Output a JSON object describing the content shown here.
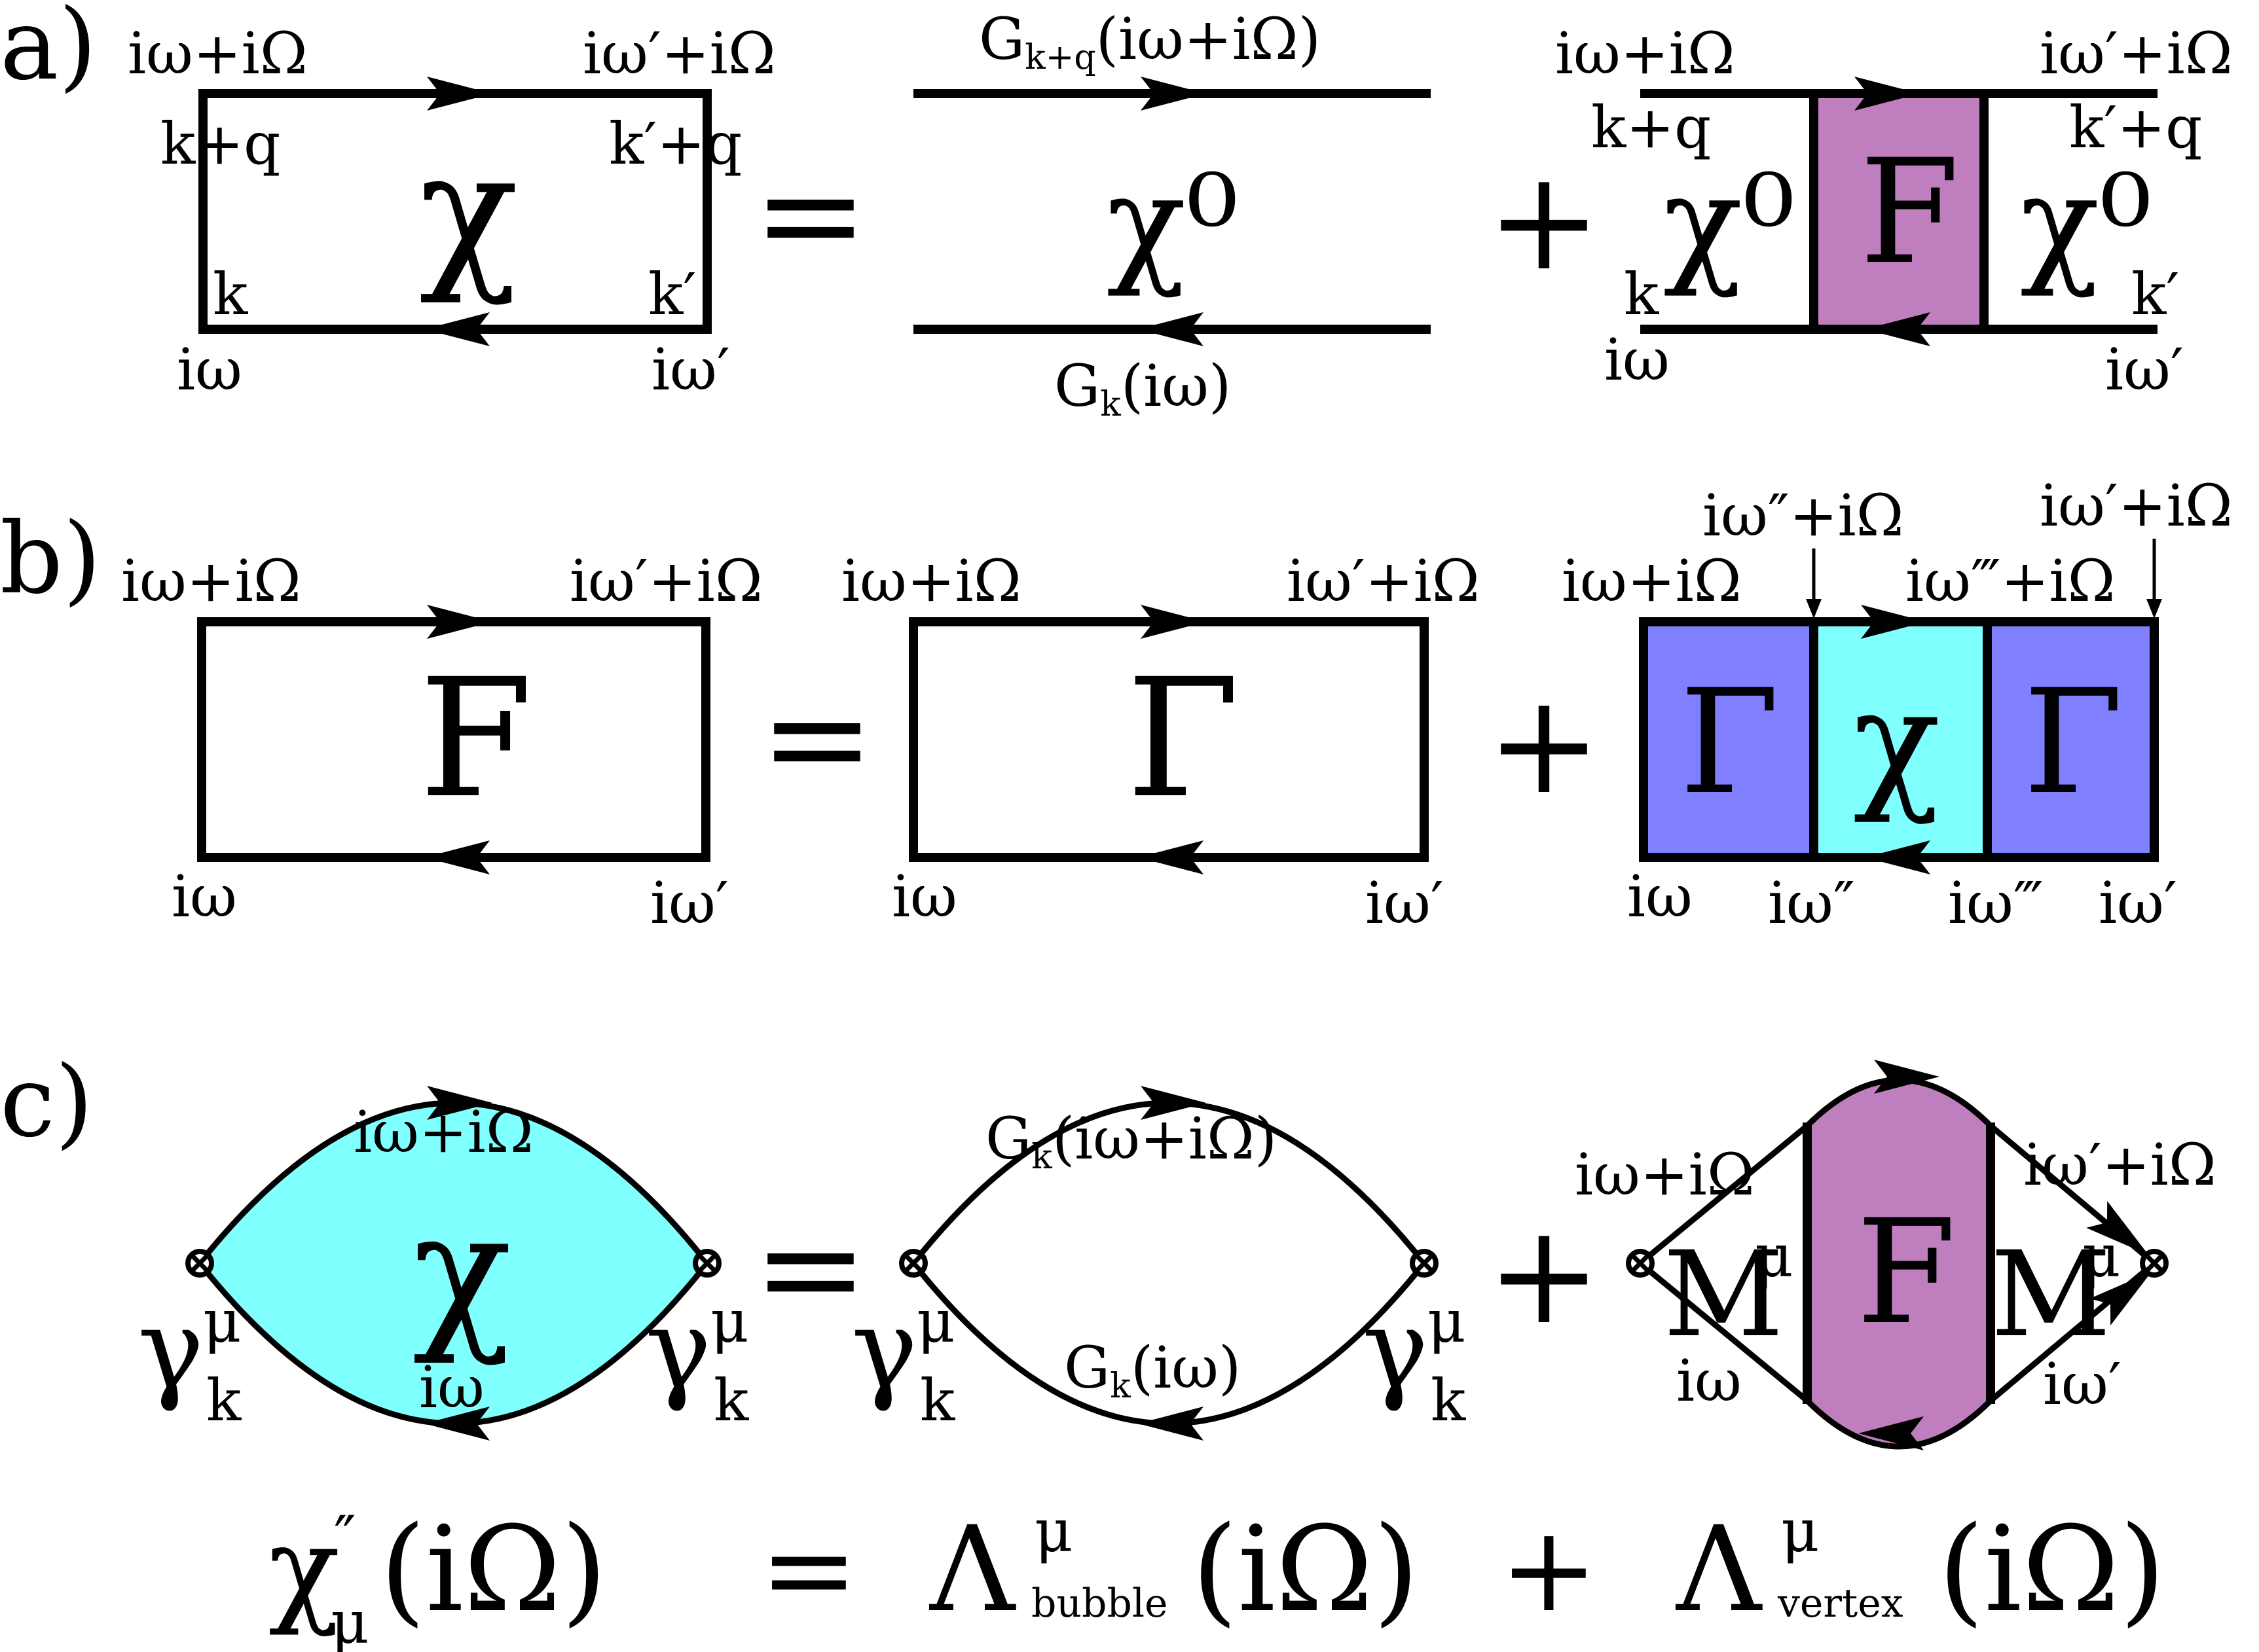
{
  "colors": {
    "chi": "#80ffff",
    "F": "#bf7fbf",
    "Gamma": "#8080ff",
    "line": "#000000"
  },
  "icons": {
    "arrow": "filled-arrowhead",
    "vertex": "circle-cross (otimes)"
  },
  "row_a": {
    "label": "a)",
    "chi": {
      "symbol": "χ",
      "top_left": "iω+iΩ",
      "top_right": "iω′+iΩ",
      "in_top_left": "k+q",
      "in_top_right": "k′+q",
      "in_bottom_left": "k",
      "in_bottom_right": "k′",
      "bottom_left": "iω",
      "bottom_right": "iω′"
    },
    "equals": "=",
    "bubble": {
      "symbol": "χ⁰",
      "top_prop": "G",
      "top_prop_sub": "k+q",
      "top_prop_arg": "(iω+iΩ)",
      "bottom_prop": "G",
      "bottom_prop_sub": "k",
      "bottom_prop_arg": "(iω)"
    },
    "plus": "+",
    "ladder": {
      "left": "χ⁰",
      "mid": "F",
      "right": "χ⁰",
      "top_left": "iω+iΩ",
      "top_right": "iω′+iΩ",
      "in_top_left": "k+q",
      "in_top_right": "k′+q",
      "in_bottom_left": "k",
      "in_bottom_right": "k′",
      "bottom_left": "iω",
      "bottom_right": "iω′"
    }
  },
  "row_b": {
    "label": "b)",
    "F": {
      "symbol": "F",
      "top_left": "iω+iΩ",
      "top_right": "iω′+iΩ",
      "bottom_left": "iω",
      "bottom_right": "iω′"
    },
    "equals": "=",
    "Gamma": {
      "symbol": "Γ",
      "top_left": "iω+iΩ",
      "top_right": "iω′+iΩ",
      "bottom_left": "iω",
      "bottom_right": "iω′"
    },
    "plus": "+",
    "ladder": {
      "left": "Γ",
      "mid": "χ",
      "right": "Γ",
      "top_left": "iω+iΩ",
      "above_mid_left": "iω″+iΩ",
      "above_mid_right": "iω′+iΩ",
      "top_mid": "iω‴+iΩ",
      "bottom_left": "iω",
      "bottom_mid_left": "iω″",
      "bottom_mid_right": "iω‴",
      "bottom_right": "iω′"
    }
  },
  "row_c": {
    "label": "c)",
    "chi_loop": {
      "symbol": "χ",
      "top": "iω+iΩ",
      "bottom": "iω",
      "vertex_left": "γ",
      "vertex_left_sup": "μ",
      "vertex_left_sub": "k",
      "vertex_right": "γ",
      "vertex_right_sup": "μ",
      "vertex_right_sub": "k"
    },
    "equals": "=",
    "bubble_loop": {
      "top_prop": "G",
      "top_prop_sub": "k",
      "top_prop_arg": "(iω+iΩ)",
      "bottom_prop": "G",
      "bottom_prop_sub": "k",
      "bottom_prop_arg": "(iω)",
      "vertex_left": "γ",
      "vertex_left_sup": "μ",
      "vertex_left_sub": "k",
      "vertex_right": "γ",
      "vertex_right_sup": "μ",
      "vertex_right_sub": "k"
    },
    "plus": "+",
    "vertex_loop": {
      "mid": "F",
      "left": "M",
      "left_sup": "μ",
      "right": "M",
      "right_sup": "μ",
      "top_left": "iω+iΩ",
      "top_right": "iω′+iΩ",
      "bottom_left": "iω",
      "bottom_right": "iω′"
    }
  },
  "equation": {
    "lhs": "χ",
    "lhs_sup": "″",
    "lhs_sub": "μ",
    "lhs_arg": "(iΩ)",
    "equals": "=",
    "term1": "Λ",
    "term1_sup": "μ",
    "term1_sub": "bubble",
    "term1_arg": "(iΩ)",
    "plus": "+",
    "term2": "Λ",
    "term2_sup": "μ",
    "term2_sub": "vertex",
    "term2_arg": "(iΩ)"
  }
}
